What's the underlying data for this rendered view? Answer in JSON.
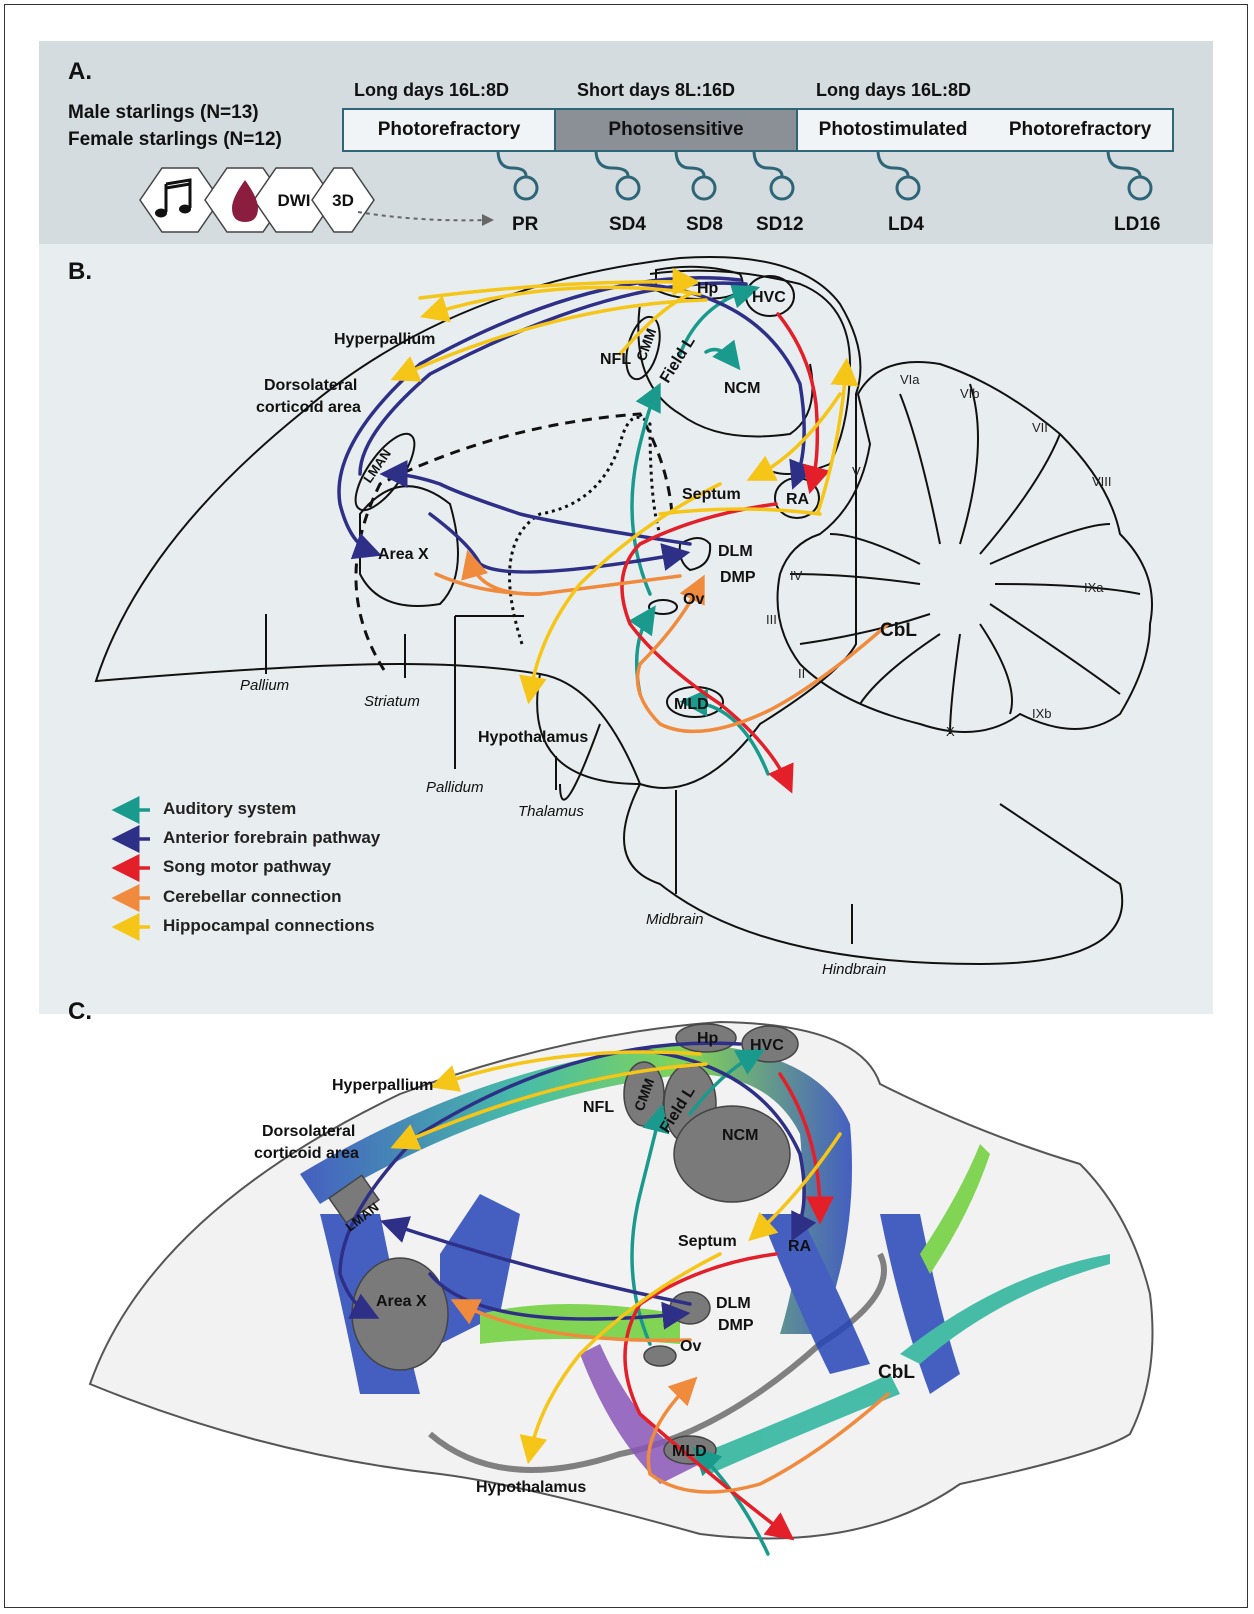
{
  "panel_a": {
    "label": "A.",
    "male": "Male starlings (N=13)",
    "female": "Female starlings (N=12)",
    "phases": [
      "Long days 16L:8D",
      "Short days 8L:16D",
      "Long days 16L:8D"
    ],
    "bar": [
      "Photorefractory",
      "Photosensitive",
      "Photostimulated",
      "Photorefractory"
    ],
    "timepoints": [
      "PR",
      "SD4",
      "SD8",
      "SD12",
      "LD4",
      "LD16"
    ],
    "icons": {
      "music": "music-note-icon",
      "blood": "blood-drop-icon",
      "dwi": "DWI",
      "three_d": "3D"
    }
  },
  "panel_b": {
    "label": "B.",
    "regions": {
      "hp": "Hp",
      "hvc": "HVC",
      "cmm": "CMM",
      "field_l": "Field L",
      "nfl": "NFL",
      "ncm": "NCM",
      "hyperpallium": "Hyperpallium",
      "dorsolateral_1": "Dorsolateral",
      "dorsolateral_2": "corticoid area",
      "lman": "LMAN",
      "area_x": "Area X",
      "septum": "Septum",
      "ra": "RA",
      "dlm": "DLM",
      "dmp": "DMP",
      "ov": "Ov",
      "mld": "MLD",
      "hypothalamus": "Hypothalamus",
      "cbl": "CbL"
    },
    "lobules": [
      "VIa",
      "VIb",
      "VII",
      "VIII",
      "IXa",
      "IXb",
      "X",
      "V",
      "IV",
      "III",
      "II"
    ],
    "areas": {
      "pallium": "Pallium",
      "striatum": "Striatum",
      "pallidum": "Pallidum",
      "thalamus": "Thalamus",
      "midbrain": "Midbrain",
      "hindbrain": "Hindbrain"
    },
    "legend": [
      {
        "label": "Auditory system",
        "color": "#1a9a8c"
      },
      {
        "label": "Anterior forebrain pathway",
        "color": "#2e2f86"
      },
      {
        "label": "Song motor pathway",
        "color": "#e3202a"
      },
      {
        "label": "Cerebellar connection",
        "color": "#f08a3c"
      },
      {
        "label": "Hippocampal connections",
        "color": "#f5c518"
      }
    ]
  },
  "panel_c": {
    "label": "C.",
    "regions": {
      "hp": "Hp",
      "hvc": "HVC",
      "cmm": "CMM",
      "field_l": "Field L",
      "nfl": "NFL",
      "ncm": "NCM",
      "hyperpallium": "Hyperpallium",
      "dorsolateral_1": "Dorsolateral",
      "dorsolateral_2": "corticoid area",
      "lman": "LMAN",
      "area_x": "Area X",
      "septum": "Septum",
      "ra": "RA",
      "dlm": "DLM",
      "dmp": "DMP",
      "ov": "Ov",
      "mld": "MLD",
      "hypothalamus": "Hypothalamus",
      "cbl": "CbL"
    }
  },
  "colors": {
    "auditory": "#1a9a8c",
    "afp": "#2e2f86",
    "motor": "#e3202a",
    "cerebellar": "#f08a3c",
    "hippocampal": "#f5c518",
    "bar_border": "#2e6677",
    "photosensitive_fill": "#8a9096"
  }
}
